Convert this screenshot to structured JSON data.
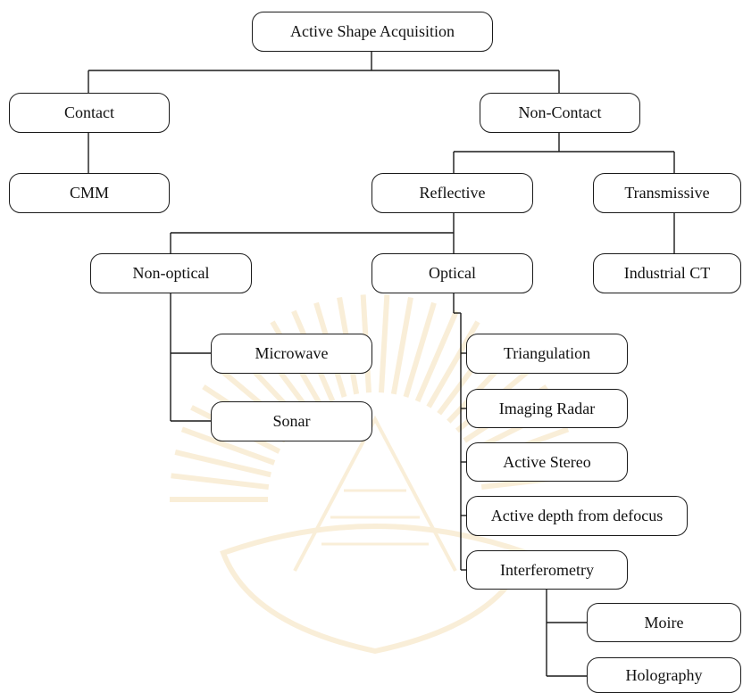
{
  "diagram": {
    "nodes": {
      "root": "Active Shape Acquisition",
      "contact": "Contact",
      "noncontact": "Non-Contact",
      "cmm": "CMM",
      "reflective": "Reflective",
      "transmissive": "Transmissive",
      "nonoptical": "Non-optical",
      "optical": "Optical",
      "industrialct": "Industrial CT",
      "microwave": "Microwave",
      "sonar": "Sonar",
      "triangulation": "Triangulation",
      "imagingradar": "Imaging Radar",
      "activestereo": "Active Stereo",
      "depthdefocus": "Active depth from defocus",
      "interferometry": "Interferometry",
      "moire": "Moire",
      "holography": "Holography"
    },
    "colors": {
      "line": "#1a1a1a",
      "box_fill": "#ffffff",
      "watermark": "#f3d9a8"
    }
  }
}
